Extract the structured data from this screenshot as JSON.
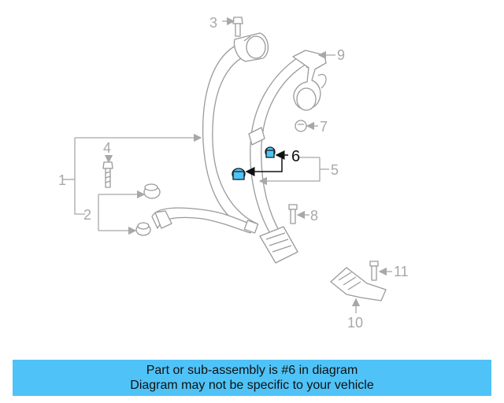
{
  "diagram": {
    "callouts": {
      "c1": "1",
      "c2": "2",
      "c3": "3",
      "c4": "4",
      "c5": "5",
      "c6": "6",
      "c7": "7",
      "c8": "8",
      "c9": "9",
      "c10": "10",
      "c11": "11"
    },
    "highlighted_part": "6",
    "colors": {
      "highlight": "#4fc3f7",
      "linework": "#9a9a9a",
      "callout_text": "#a8a8a8"
    }
  },
  "banner": {
    "line1": "Part or sub-assembly is #6 in diagram",
    "line2": "Diagram may not be specific to your vehicle",
    "background": "#4fc3f7"
  }
}
